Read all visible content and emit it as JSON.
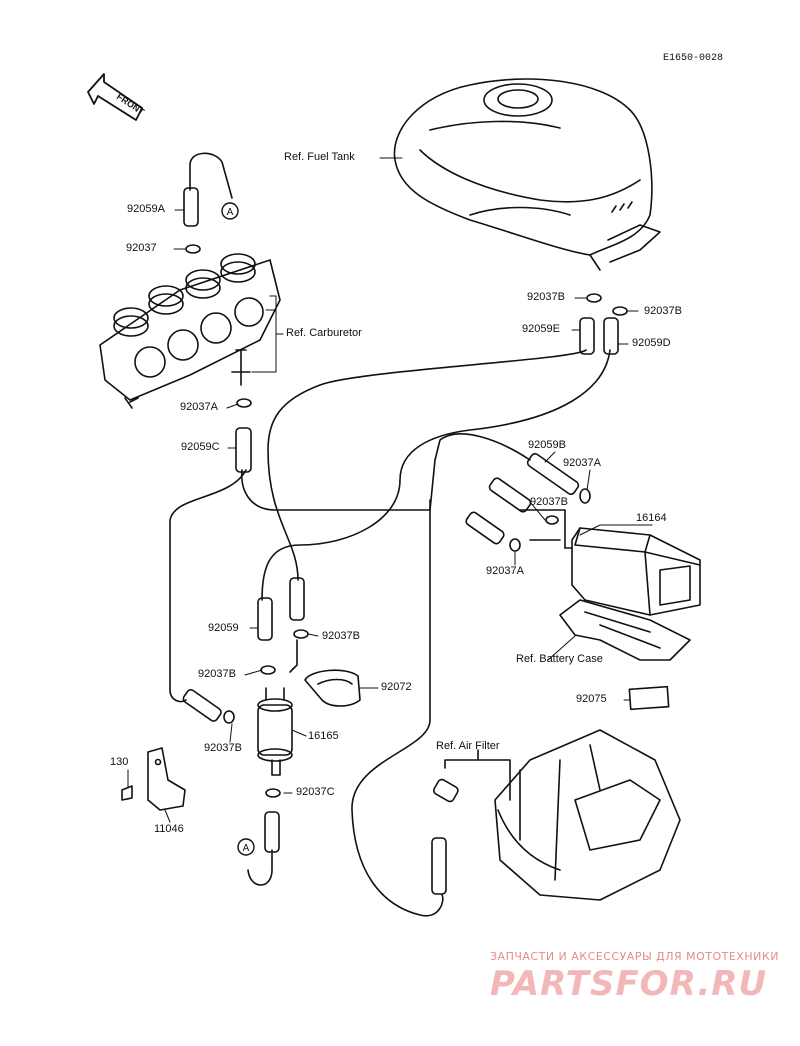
{
  "diagram_code": "E1650-0028",
  "front_arrow_text": "FRONT",
  "circle_marker": "A",
  "labels": {
    "ref_fuel_tank": "Ref. Fuel Tank",
    "ref_carburetor": "Ref. Carburetor",
    "ref_battery_case": "Ref. Battery Case",
    "ref_air_filter": "Ref. Air Filter",
    "p92059A": "92059A",
    "p92037_top": "92037",
    "p92037A_left": "92037A",
    "p92059C": "92059C",
    "p92037B_tl": "92037B",
    "p92037B_tr": "92037B",
    "p92059E": "92059E",
    "p92059D": "92059D",
    "p92059B": "92059B",
    "p92037A_r": "92037A",
    "p92037B_mid": "92037B",
    "p16164": "16164",
    "p92037A_low": "92037A",
    "p92059": "92059",
    "p92037B_c": "92037B",
    "p92037B_l": "92037B",
    "p92072": "92072",
    "p92037B_ll": "92037B",
    "p16165": "16165",
    "p92075": "92075",
    "p130": "130",
    "p92037C": "92037C",
    "p11046": "11046"
  },
  "watermark": {
    "small": "ЗАПЧАСТИ И АКСЕССУАРЫ ДЛЯ МОТОТЕХНИКИ",
    "big": "PARTSFOR.RU"
  },
  "colors": {
    "line": "#111111",
    "watermark": "#e58a8a"
  }
}
